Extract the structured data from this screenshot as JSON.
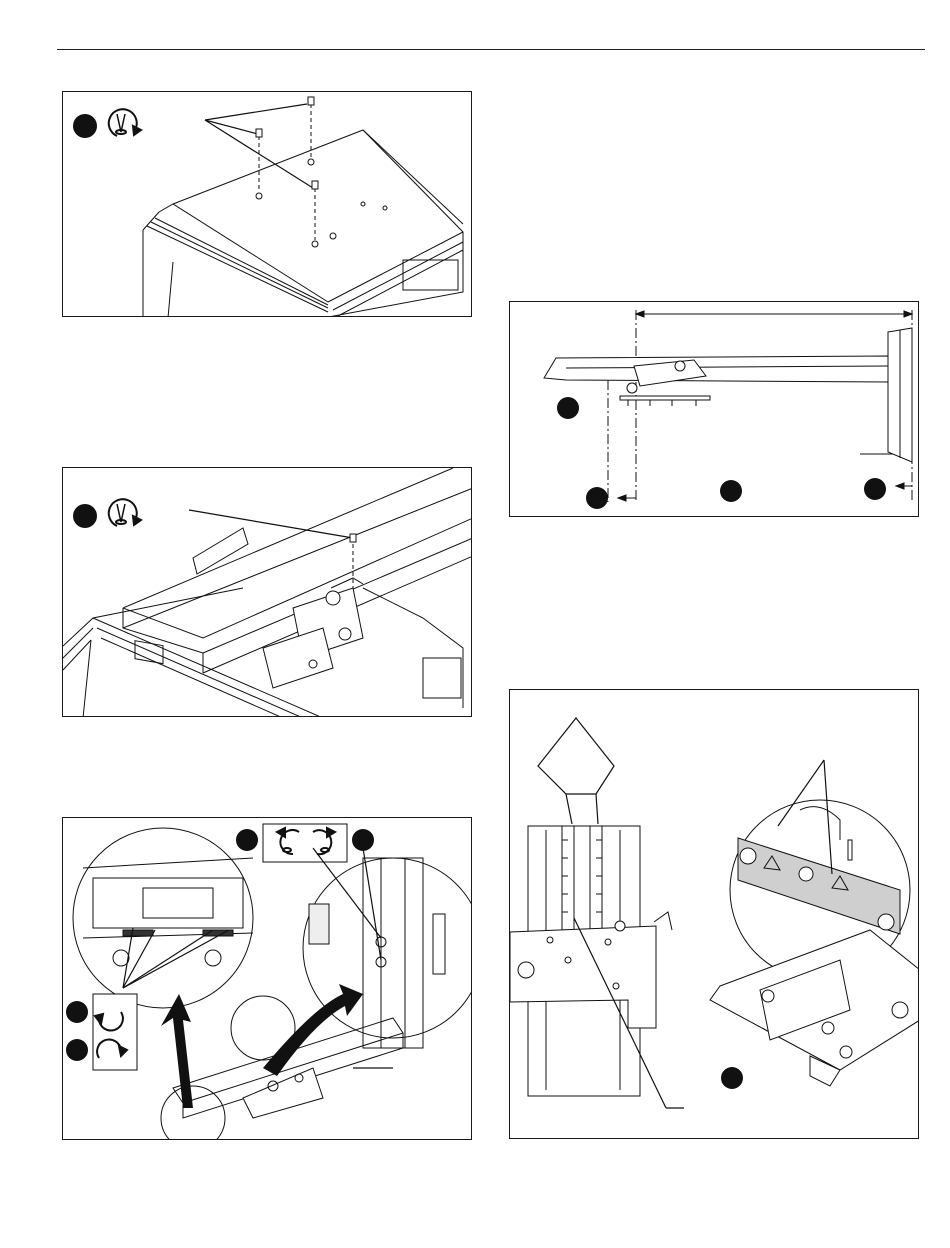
{
  "page": {
    "header_rule": true
  },
  "figures": [
    {
      "id": "fig-1",
      "description_icons": [
        "step-badge",
        "torque-tighten-icon"
      ],
      "callouts": 1
    },
    {
      "id": "fig-2",
      "description_icons": [
        "step-badge",
        "torque-tighten-icon"
      ],
      "callouts": 1
    },
    {
      "id": "fig-3",
      "description_icons": [
        "step-badge",
        "step-badge",
        "loosen-icon",
        "tighten-icon",
        "step-badge",
        "step-badge"
      ],
      "callouts": 2
    },
    {
      "id": "fig-4",
      "description_icons": [
        "step-badge",
        "step-badge",
        "step-badge",
        "step-badge"
      ],
      "callouts": 2
    },
    {
      "id": "fig-5",
      "description_icons": [
        "step-badge"
      ],
      "callouts": 3
    }
  ],
  "colors": {
    "line": "#1a1a1a",
    "badge": "#111111",
    "paper": "#ffffff"
  }
}
